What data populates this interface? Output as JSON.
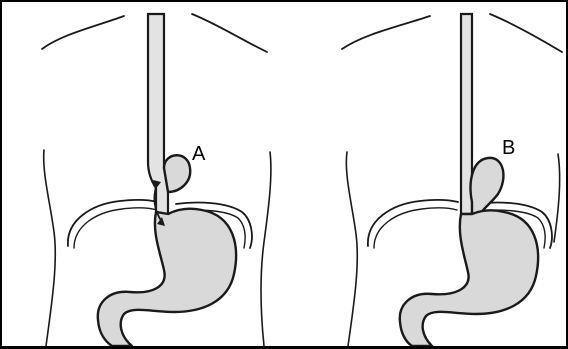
{
  "figure": {
    "panels": [
      {
        "id": "left",
        "label": "A",
        "variant": "sliding"
      },
      {
        "id": "right",
        "label": "B",
        "variant": "paraesophageal"
      }
    ],
    "colors": {
      "outline": "#1a1a1a",
      "organ_fill": "#d9d9d9",
      "background": "#ffffff",
      "border": "#000000"
    }
  }
}
